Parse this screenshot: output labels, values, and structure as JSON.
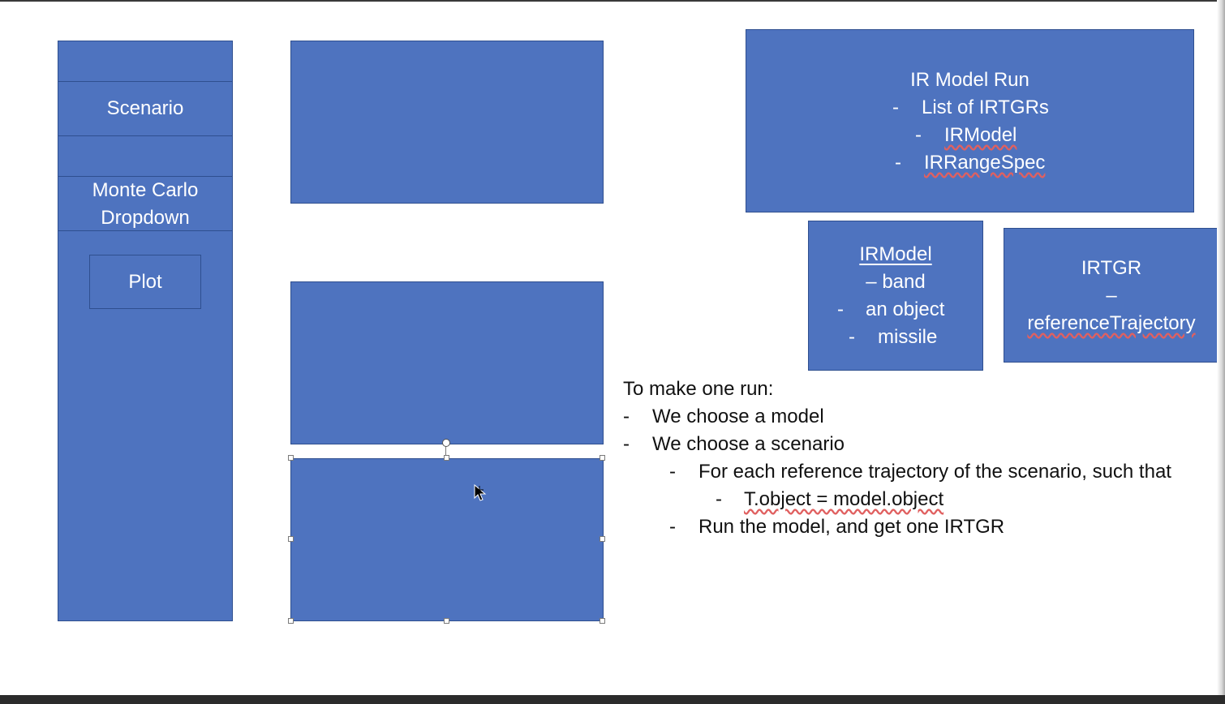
{
  "sidebar": {
    "scenario_label": "Scenario",
    "monte_carlo_line1": "Monte Carlo",
    "monte_carlo_line2": "Dropdown",
    "plot_label": "Plot"
  },
  "ir_model_run": {
    "title": "IR Model Run",
    "items": [
      "List of IRTGRs",
      "IRModel",
      "IRRangeSpec"
    ]
  },
  "irmodel_box": {
    "title": "IRModel",
    "subtitle": "– band",
    "items": [
      "an object",
      "missile"
    ]
  },
  "irtgr_box": {
    "title": "IRTGR",
    "dash": "–",
    "field": "referenceTrajectory"
  },
  "notes": {
    "heading": "To make one run:",
    "line1": "We choose a model",
    "line2": "We choose a scenario",
    "line3": "For each reference trajectory of the scenario, such that",
    "line4": "T.object = model.object",
    "line5": "Run the model, and get one IRTGR"
  },
  "bullet": "-"
}
